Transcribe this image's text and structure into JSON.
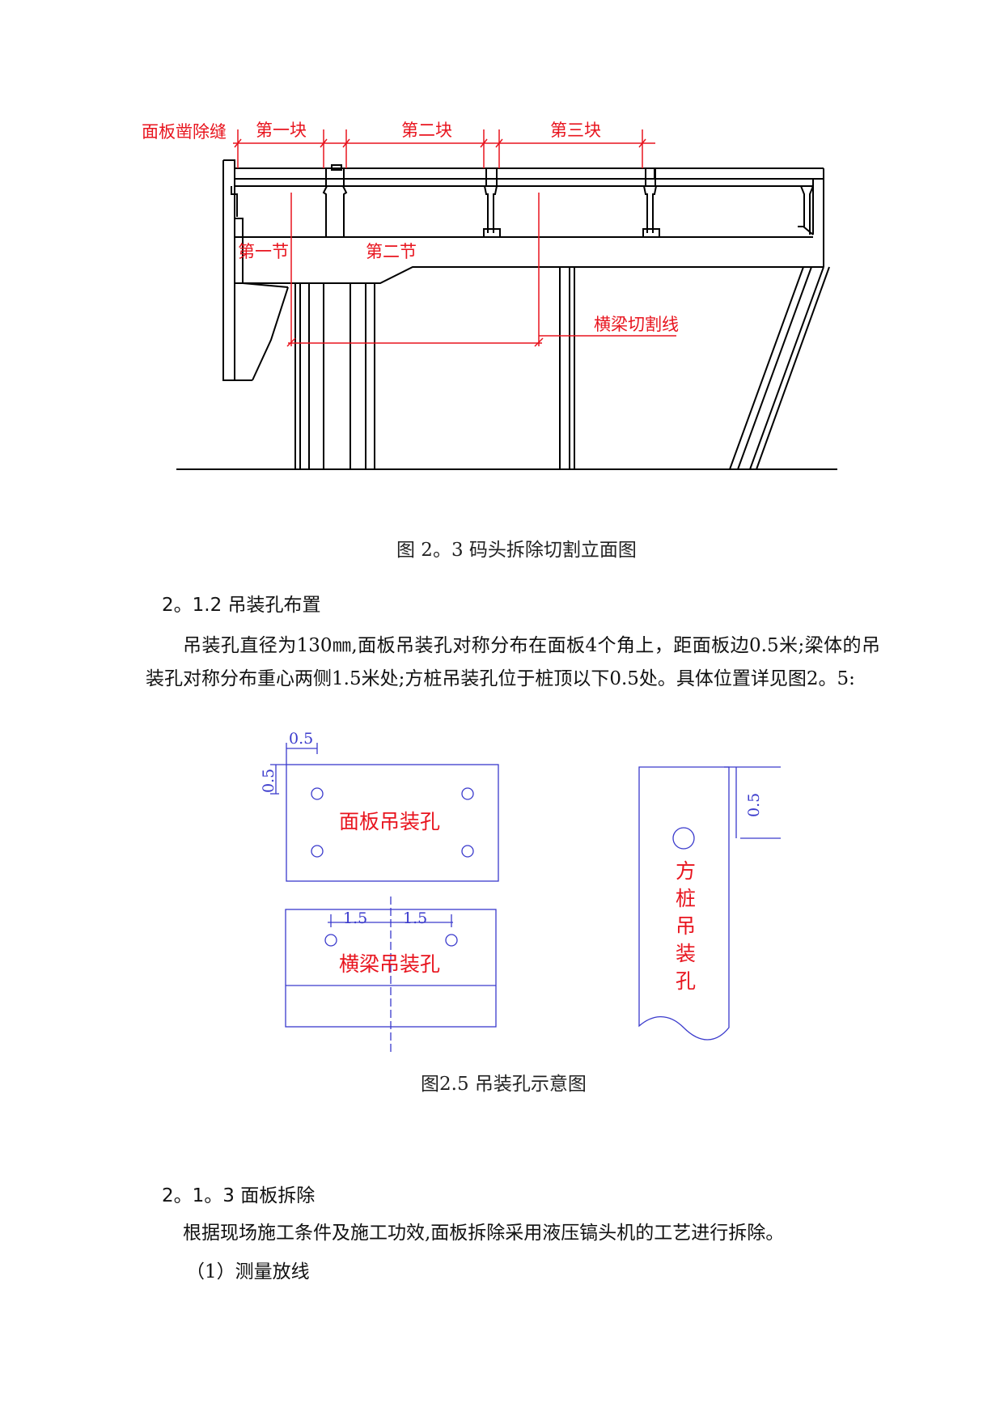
{
  "figure1": {
    "labels": {
      "seam": "面板凿除缝",
      "block1": "第一块",
      "block2": "第二块",
      "block3": "第三块",
      "section1": "第一节",
      "section2": "第二节",
      "beam_cut": "横梁切割线"
    },
    "caption": "图 2。3 码头拆除切割立面图"
  },
  "section_2_1_2": {
    "heading": "2。1.2 吊装孔布置",
    "paragraph": "吊装孔直径为130㎜,面板吊装孔对称分布在面板4个角上，距面板边0.5米;梁体的吊装孔对称分布重心两侧1.5米处;方桩吊装孔位于桩顶以下0.5处。具体位置详见图2。5:"
  },
  "figure2": {
    "labels": {
      "panel": "面板吊装孔",
      "beam": "横梁吊装孔",
      "pile": [
        "方",
        "桩",
        "吊",
        "装",
        "孔"
      ],
      "dim_05_top": "0.5",
      "dim_05_left": "0.5",
      "dim_05_pile": "0.5",
      "dim_15_left": "1.5",
      "dim_15_right": "1.5"
    },
    "caption": "图2.5 吊装孔示意图"
  },
  "section_2_1_3": {
    "heading": "2。1。3 面板拆除",
    "paragraph": "根据现场施工条件及施工功效,面板拆除采用液压镐头机的工艺进行拆除。",
    "item1": "（1）测量放线"
  },
  "colors": {
    "drawing": "#000000",
    "annotation": "#e8141e",
    "dimension": "#2a2acc"
  }
}
